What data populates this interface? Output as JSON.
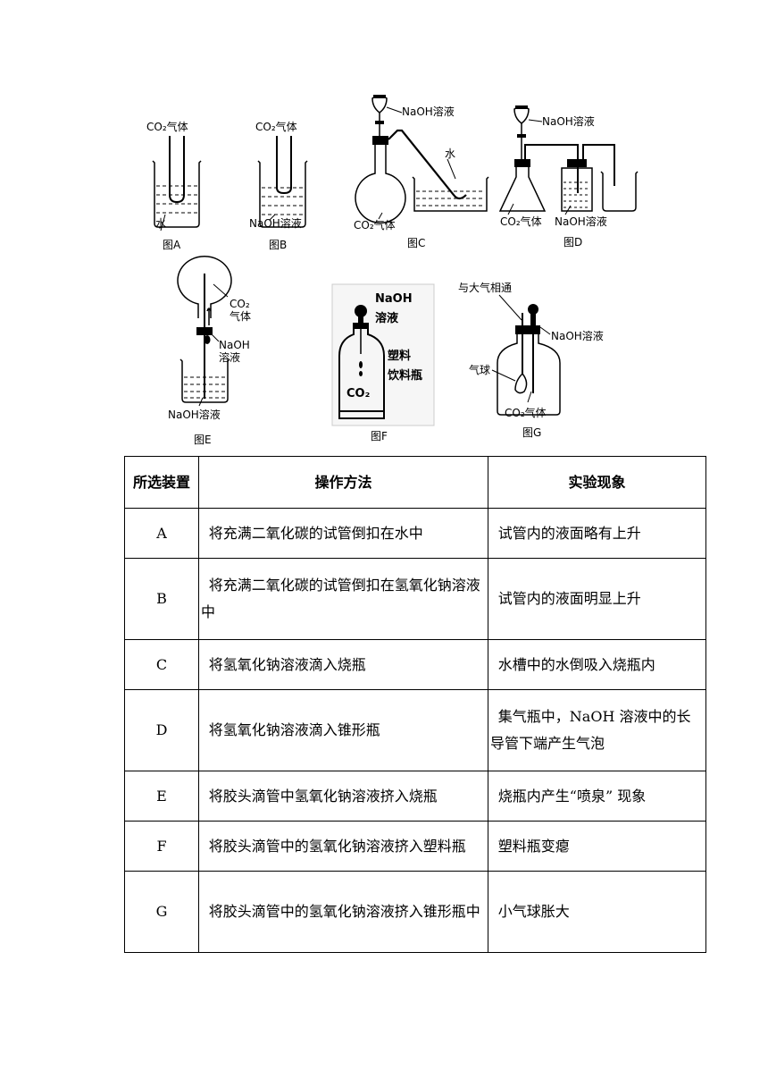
{
  "figures": {
    "A": {
      "caption": "图A",
      "gas_label": "CO₂气体",
      "liquid_label": "水"
    },
    "B": {
      "caption": "图B",
      "gas_label": "CO₂气体",
      "liquid_label": "NaOH溶液"
    },
    "C": {
      "caption": "图C",
      "funnel_label": "NaOH溶液",
      "trough_label": "水",
      "flask_label": "CO₂气体"
    },
    "D": {
      "caption": "图D",
      "funnel_label": "NaOH溶液",
      "flask_label": "CO₂气体",
      "bottle_label": "NaOH溶液"
    },
    "E": {
      "caption": "图E",
      "flask_label_1": "CO₂",
      "flask_label_2": "气体",
      "dropper_label_1": "NaOH",
      "dropper_label_2": "溶液",
      "beaker_label": "NaOH溶液"
    },
    "F": {
      "caption": "图F",
      "dropper_label_1": "NaOH",
      "dropper_label_2": "溶液",
      "bottle_label_1": "塑料",
      "bottle_label_2": "饮料瓶",
      "gas_label": "CO₂"
    },
    "G": {
      "caption": "图G",
      "vent_label": "与大气相通",
      "dropper_label": "NaOH溶液",
      "balloon_label": "气球",
      "gas_label": "CO₂气体"
    }
  },
  "table": {
    "headers": [
      "所选装置",
      "操作方法",
      "实验现象"
    ],
    "rows": [
      {
        "device": "A",
        "operation": "将充满二氧化碳的试管倒扣在水中",
        "phenomenon": "试管内的液面略有上升"
      },
      {
        "device": "B",
        "operation": "将充满二氧化碳的试管倒扣在氢氧化钠溶液中",
        "phenomenon": "试管内的液面明显上升"
      },
      {
        "device": "C",
        "operation": "将氢氧化钠溶液滴入烧瓶",
        "phenomenon": "水槽中的水倒吸入烧瓶内"
      },
      {
        "device": "D",
        "operation": "将氢氧化钠溶液滴入锥形瓶",
        "phenomenon": "集气瓶中，NaOH 溶液中的长导管下端产生气泡"
      },
      {
        "device": "E",
        "operation": "将胶头滴管中氢氧化钠溶液挤入烧瓶",
        "phenomenon": "烧瓶内产生“喷泉” 现象"
      },
      {
        "device": "F",
        "operation": "将胶头滴管中的氢氧化钠溶液挤入塑料瓶",
        "phenomenon": "塑料瓶变瘪"
      },
      {
        "device": "G",
        "operation": "将胶头滴管中的氢氧化钠溶液挤入锥形瓶中",
        "phenomenon": "小气球胀大"
      }
    ]
  }
}
